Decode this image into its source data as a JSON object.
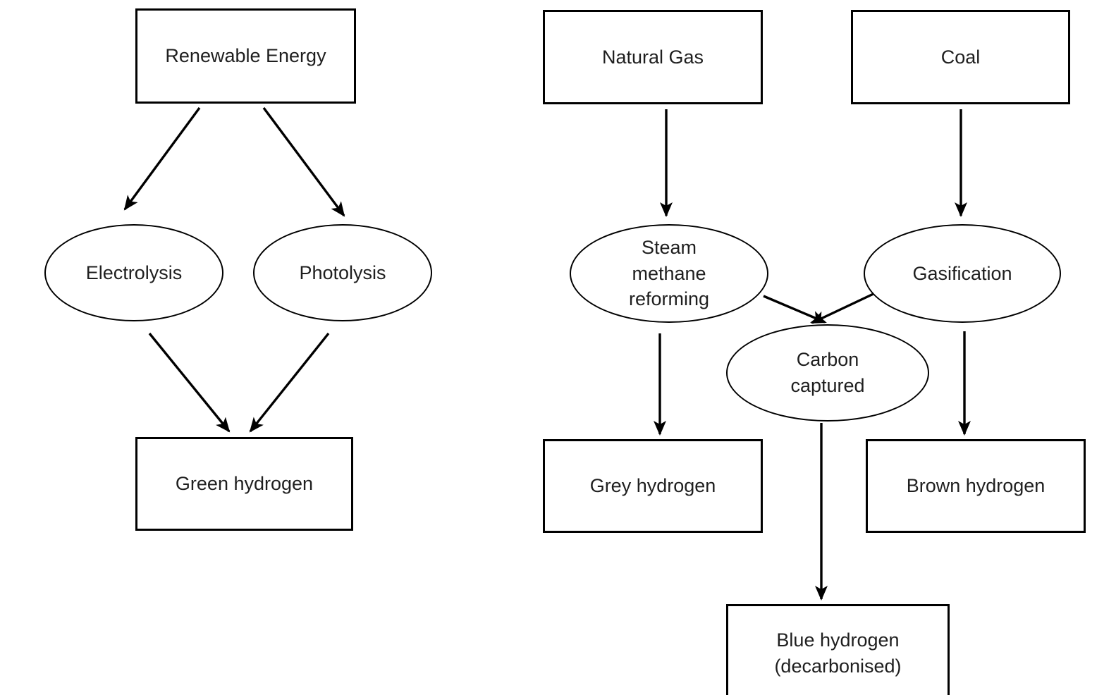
{
  "diagram": {
    "background_color": "#ffffff",
    "line_color": "#000000",
    "text_color": "#1f1f1f",
    "nodes": {
      "renewable_energy": {
        "shape": "rect",
        "label": "Renewable Energy"
      },
      "electrolysis": {
        "shape": "ellipse",
        "label": "Electrolysis"
      },
      "photolysis": {
        "shape": "ellipse",
        "label": "Photolysis"
      },
      "green_hydrogen": {
        "shape": "rect",
        "label": "Green hydrogen"
      },
      "natural_gas": {
        "shape": "rect",
        "label": "Natural Gas"
      },
      "coal": {
        "shape": "rect",
        "label": "Coal"
      },
      "steam_methane_reforming": {
        "shape": "ellipse",
        "label": "Steam\nmethane\nreforming"
      },
      "gasification": {
        "shape": "ellipse",
        "label": "Gasification"
      },
      "carbon_captured": {
        "shape": "ellipse",
        "label": "Carbon\ncaptured"
      },
      "grey_hydrogen": {
        "shape": "rect",
        "label": "Grey hydrogen"
      },
      "brown_hydrogen": {
        "shape": "rect",
        "label": "Brown hydrogen"
      },
      "blue_hydrogen": {
        "shape": "rect",
        "label": "Blue hydrogen\n(decarbonised)"
      }
    },
    "edges": [
      {
        "from": "renewable_energy",
        "to": "electrolysis"
      },
      {
        "from": "renewable_energy",
        "to": "photolysis"
      },
      {
        "from": "electrolysis",
        "to": "green_hydrogen"
      },
      {
        "from": "photolysis",
        "to": "green_hydrogen"
      },
      {
        "from": "natural_gas",
        "to": "steam_methane_reforming"
      },
      {
        "from": "coal",
        "to": "gasification"
      },
      {
        "from": "steam_methane_reforming",
        "to": "carbon_captured"
      },
      {
        "from": "gasification",
        "to": "carbon_captured"
      },
      {
        "from": "steam_methane_reforming",
        "to": "grey_hydrogen"
      },
      {
        "from": "gasification",
        "to": "brown_hydrogen"
      },
      {
        "from": "carbon_captured",
        "to": "blue_hydrogen"
      }
    ]
  }
}
